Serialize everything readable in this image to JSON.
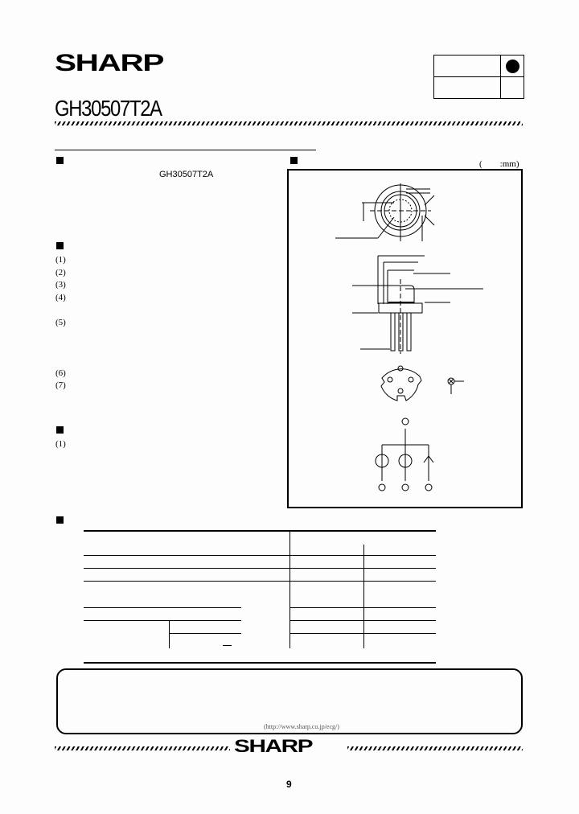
{
  "header": {
    "brand": "SHARP",
    "model": "GH30507T2A",
    "status_box": {
      "marker": "●"
    }
  },
  "section_left": {
    "subtitle": "GH30507T2A",
    "features_numbers": [
      "(1)",
      "(2)",
      "(3)",
      "(4)",
      "(5)",
      "(6)",
      "(7)"
    ],
    "applications_numbers": [
      "(1)"
    ]
  },
  "section_right": {
    "unit_label": "(        :mm)"
  },
  "footer": {
    "url": "(http://www.sharp.co.jp/ecg/)",
    "brand": "SHARP",
    "page_number": "9"
  }
}
